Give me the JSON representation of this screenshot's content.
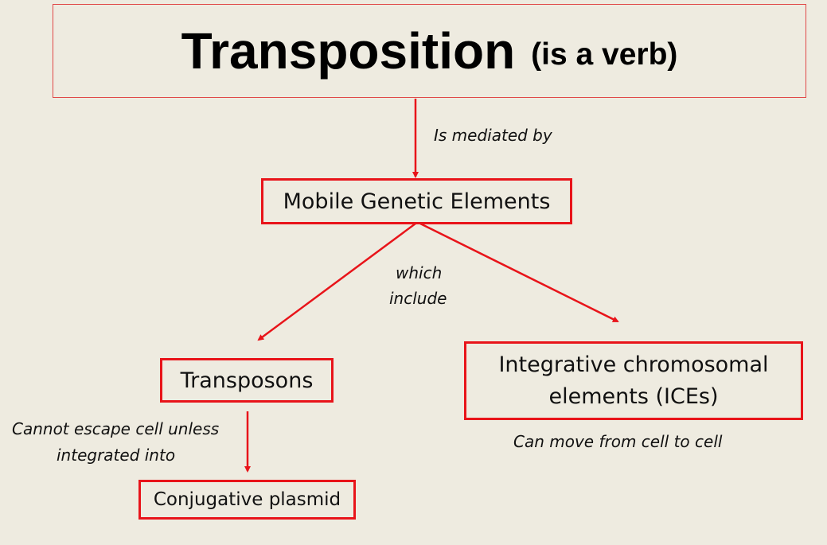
{
  "title": {
    "main": "Transposition",
    "sub": "(is a verb)"
  },
  "nodes": {
    "mge": "Mobile Genetic Elements",
    "transposons": "Transposons",
    "ices_line1": "Integrative chromosomal",
    "ices_line2": "elements (ICEs)",
    "plasmid": "Conjugative plasmid"
  },
  "edges": {
    "mediated": "Is mediated by",
    "which": "which",
    "include": "include",
    "cannot_line1": "Cannot escape cell unless",
    "cannot_line2": "integrated into",
    "can_move": "Can move from cell to cell"
  },
  "colors": {
    "accent": "#e8141a",
    "background": "#eeebe0"
  }
}
